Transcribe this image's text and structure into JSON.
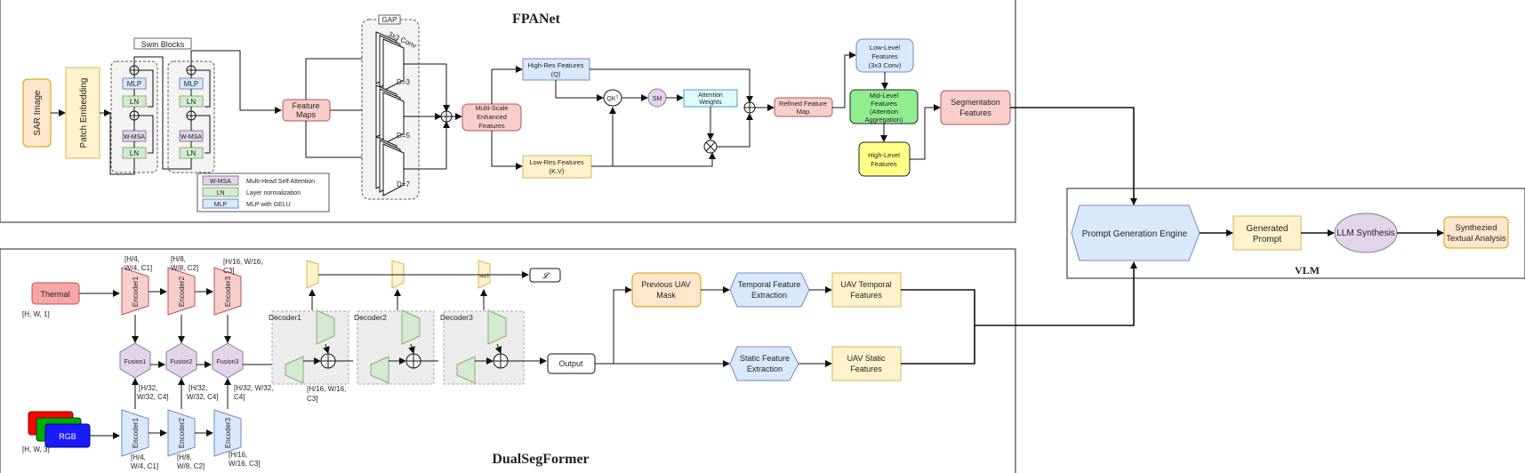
{
  "titles": {
    "fpanet": "FPANet",
    "dualsegformer": "DualSegFormer",
    "vlm": "VLM"
  },
  "colors": {
    "pink": "#f8cecc",
    "pink_stroke": "#b85450",
    "orange": "#ffe6cc",
    "orange_stroke": "#d79b00",
    "yellow_light": "#fff2cc",
    "yellow_stroke": "#d6b656",
    "blue": "#dae8fc",
    "blue_stroke": "#6c8ebf",
    "green": "#d5e8d4",
    "green_stroke": "#82b366",
    "purple": "#e1d5e7",
    "purple_stroke": "#9673a6",
    "cyan": "#dffaff",
    "bright_green": "#90ee90",
    "bright_yellow": "#ffff88",
    "rgb_red": "#ff0000",
    "rgb_green": "#00aa00",
    "rgb_blue": "#1a1aff"
  },
  "fpanet": {
    "sar_image": "SAR Image",
    "patch_embedding": "Patch Embedding",
    "swin_blocks": "Swin Blocks",
    "mlp": "MLP",
    "ln": "LN",
    "wmsa": "W-MSA",
    "feature_maps": [
      "Feature",
      "Maps"
    ],
    "gap": "GAP",
    "conv": "3x3 Conv",
    "d3": "D=3",
    "d5": "D=5",
    "d7": "D=7",
    "multi_scale": [
      "Multi-Scale",
      "Enhanced",
      "Features"
    ],
    "high_res": [
      "High-Res Features",
      "(Q)"
    ],
    "low_res": [
      "Low-Res Features",
      "(K,V)"
    ],
    "qkt": "QKᵀ",
    "sm": "SM",
    "attention_weights": [
      "Attention",
      "Weights"
    ],
    "refined": [
      "Refined Feature",
      "Map"
    ],
    "low_level": [
      "Low-Level",
      "Features",
      "(3x3 Conv)"
    ],
    "mid_level": [
      "Mid-Level",
      "Features",
      "(Attention",
      "Aggregation)"
    ],
    "high_level": [
      "High-Level",
      "Features"
    ],
    "segmentation": [
      "Segmentation",
      "Features"
    ],
    "legend": [
      {
        "tag": "W-MSA",
        "text": "Multi-Head Self Attention"
      },
      {
        "tag": "LN",
        "text": "Layer normalization"
      },
      {
        "tag": "MLP",
        "text": "MLP with GELU"
      }
    ]
  },
  "vlm": {
    "prompt_engine": "Prompt Generation Engine",
    "generated_prompt": [
      "Generated",
      "Prompt"
    ],
    "llm_synthesis": "LLM Synthesis",
    "synthesized": [
      "Synthezied",
      "Textual Analysis"
    ]
  },
  "dualsegformer": {
    "thermal": "Thermal",
    "rgb": "RGB",
    "hw1": "[H, W, 1]",
    "hw3": "[H, W, 3]",
    "encoder1": "Encoder1",
    "encoder2": "Encoder2",
    "encoder3": "Encoder3",
    "fusion1": "Fusion1",
    "fusion2": "Fusion2",
    "fusion3": "Fusion3",
    "decoder1": "Decoder1",
    "decoder2": "Decoder2",
    "decoder3": "Decoder3",
    "output": "Output",
    "loss": "𝓛",
    "aux3": "aux3",
    "top_dims": [
      [
        "[H/4,",
        "W/4, C1]"
      ],
      [
        "[H/8,",
        "W/8, C2]"
      ],
      [
        "[H/16, W/16,",
        "C3]"
      ]
    ],
    "mid_dims": [
      [
        "[H/32,",
        "W/32, C4]"
      ],
      [
        "[H/32,",
        "W/32, C4]"
      ],
      [
        "[H/32, W/32,",
        "C4]"
      ]
    ],
    "bot_dims": [
      [
        "[H/4,",
        "W/4, C1]"
      ],
      [
        "[H/8,",
        "W/8, C2]"
      ],
      [
        "[H/16,",
        "W/16, C3]"
      ]
    ],
    "dec_dims": [
      "[H/16, W/16,",
      "C3]"
    ],
    "previous_mask": [
      "Previous UAV",
      "Mask"
    ],
    "temporal_extraction": [
      "Temporal Feature",
      "Extraction"
    ],
    "static_extraction": [
      "Static Feature",
      "Extraction"
    ],
    "uav_temporal": [
      "UAV Temporal",
      "Features"
    ],
    "uav_static": [
      "UAV Static",
      "Features"
    ]
  }
}
